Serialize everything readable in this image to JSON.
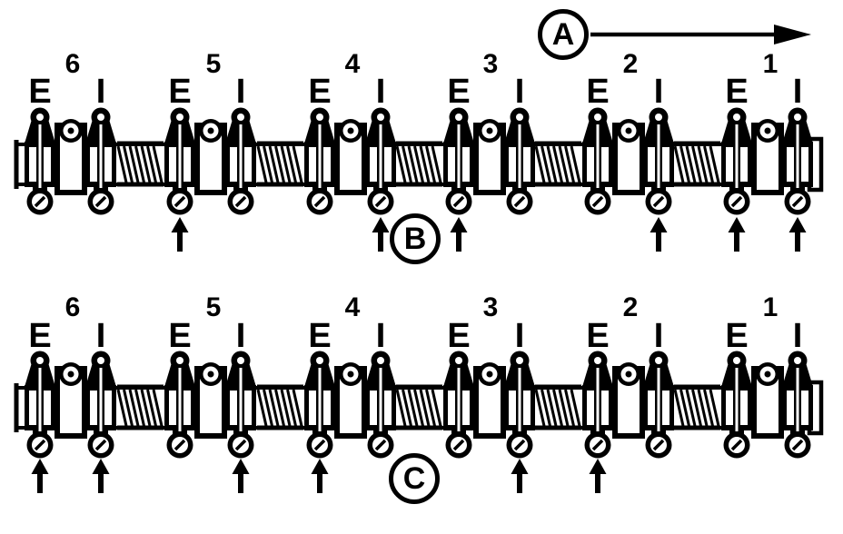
{
  "figure_colors": {
    "ink": "#000000",
    "background": "#ffffff"
  },
  "legend_a": {
    "label": "A"
  },
  "rows": [
    {
      "id": "B",
      "badge": "B",
      "cylinders": [
        {
          "number": "6",
          "exhaust": "E",
          "intake": "I"
        },
        {
          "number": "5",
          "exhaust": "E",
          "intake": "I"
        },
        {
          "number": "4",
          "exhaust": "E",
          "intake": "I"
        },
        {
          "number": "3",
          "exhaust": "E",
          "intake": "I"
        },
        {
          "number": "2",
          "exhaust": "E",
          "intake": "I"
        },
        {
          "number": "1",
          "exhaust": "E",
          "intake": "I"
        }
      ],
      "adjust_arrows": [
        "5E",
        "4I",
        "3E",
        "2I",
        "1E",
        "1I"
      ]
    },
    {
      "id": "C",
      "badge": "C",
      "cylinders": [
        {
          "number": "6",
          "exhaust": "E",
          "intake": "I"
        },
        {
          "number": "5",
          "exhaust": "E",
          "intake": "I"
        },
        {
          "number": "4",
          "exhaust": "E",
          "intake": "I"
        },
        {
          "number": "3",
          "exhaust": "E",
          "intake": "I"
        },
        {
          "number": "2",
          "exhaust": "E",
          "intake": "I"
        },
        {
          "number": "1",
          "exhaust": "E",
          "intake": "I"
        }
      ],
      "adjust_arrows": [
        "6E",
        "6I",
        "5I",
        "4E",
        "3I",
        "2E"
      ]
    }
  ]
}
